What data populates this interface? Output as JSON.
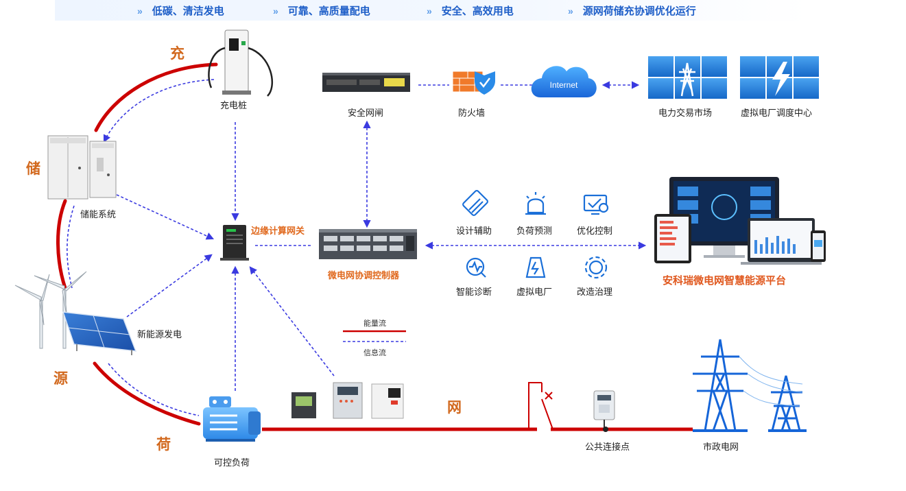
{
  "banner": {
    "slogans": [
      "低碳、清洁发电",
      "可靠、高质量配电",
      "安全、高效用电",
      "源网荷储充协调优化运行"
    ]
  },
  "cycle": {
    "chong": "充",
    "chu": "储",
    "yuan": "源",
    "he": "荷",
    "wang": "网"
  },
  "devices": {
    "charger": "充电桩",
    "storage": "储能系统",
    "renewable": "新能源发电",
    "load": "可控负荷",
    "gateway": "边缘计算网关",
    "controller": "微电网协调控制器",
    "security_gateway": "安全网闸",
    "firewall": "防火墙",
    "internet": "Internet",
    "power_market": "电力交易市场",
    "vpp_center": "虚拟电厂调度中心",
    "pcc": "公共连接点",
    "municipal_grid": "市政电网"
  },
  "functions": [
    "设计辅助",
    "负荷预测",
    "优化控制",
    "智能诊断",
    "虚拟电厂",
    "改造治理"
  ],
  "platform": "安科瑞微电网智慧能源平台",
  "legend": {
    "energy": "能量流",
    "info": "信息流"
  },
  "colors": {
    "energy_flow": "#cc0000",
    "info_flow": "#3a3ae0",
    "accent_orange": "#e0691e",
    "banner_blue": "#1f5fc8",
    "icon_blue": "#1a6fd8",
    "tower_blue": "#1565d8"
  }
}
